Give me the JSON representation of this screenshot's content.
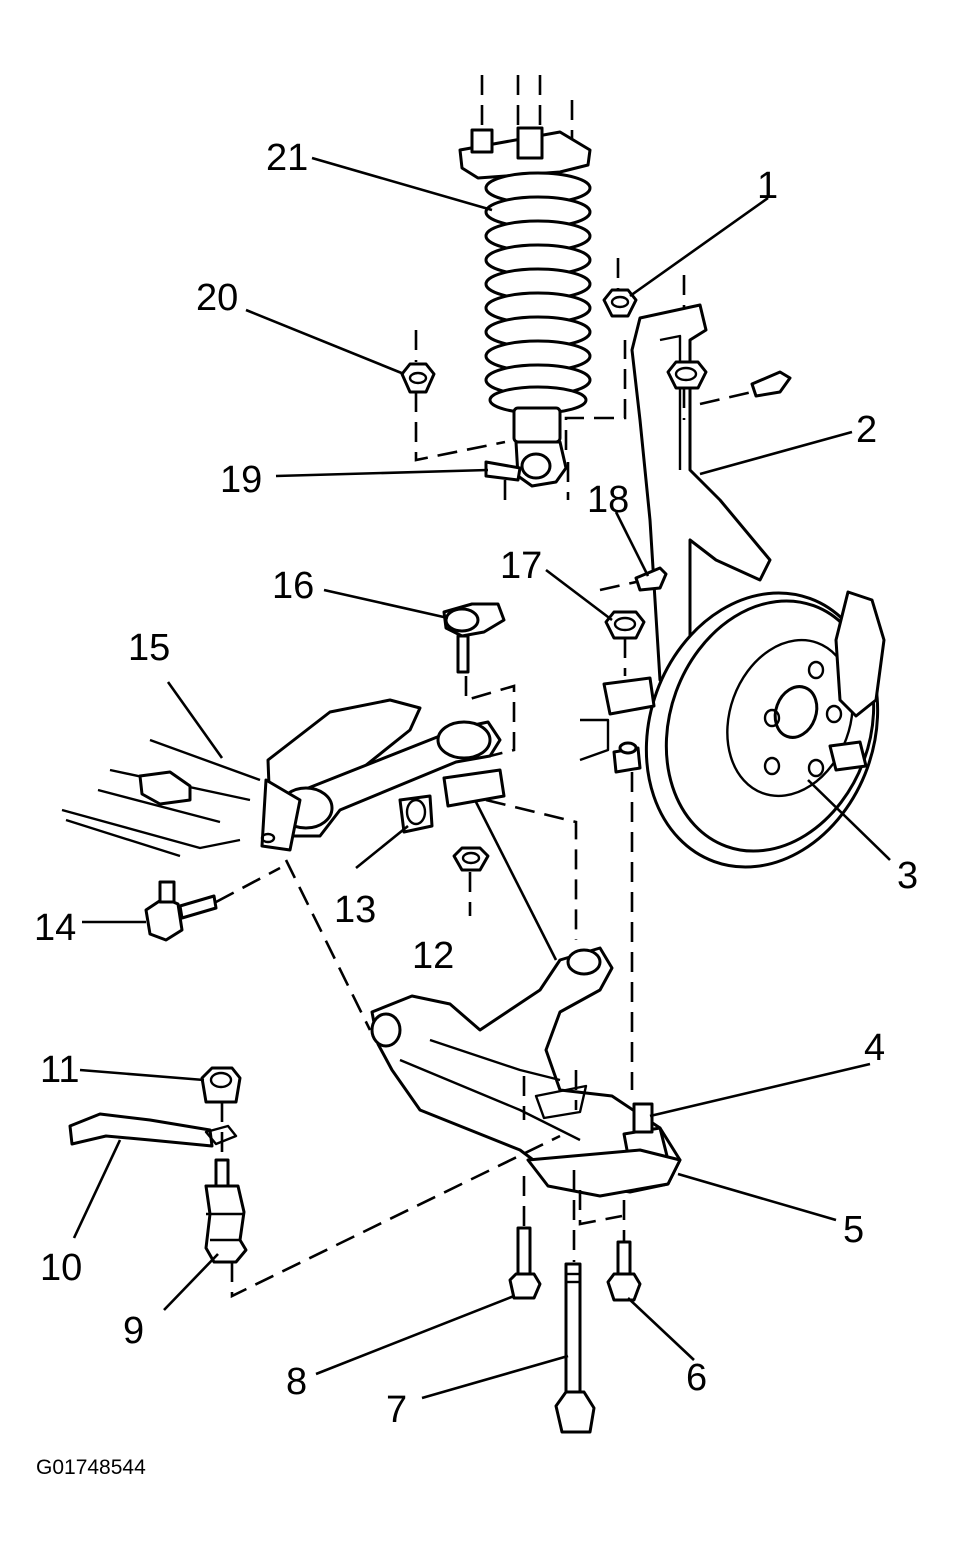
{
  "figure": {
    "id_label": "G01748544"
  },
  "callouts": [
    {
      "number": "1"
    },
    {
      "number": "2"
    },
    {
      "number": "3"
    },
    {
      "number": "4"
    },
    {
      "number": "5"
    },
    {
      "number": "6"
    },
    {
      "number": "7"
    },
    {
      "number": "8"
    },
    {
      "number": "9"
    },
    {
      "number": "10"
    },
    {
      "number": "11"
    },
    {
      "number": "12"
    },
    {
      "number": "13"
    },
    {
      "number": "14"
    },
    {
      "number": "15"
    },
    {
      "number": "16"
    },
    {
      "number": "17"
    },
    {
      "number": "18"
    },
    {
      "number": "19"
    },
    {
      "number": "20"
    },
    {
      "number": "21"
    }
  ]
}
